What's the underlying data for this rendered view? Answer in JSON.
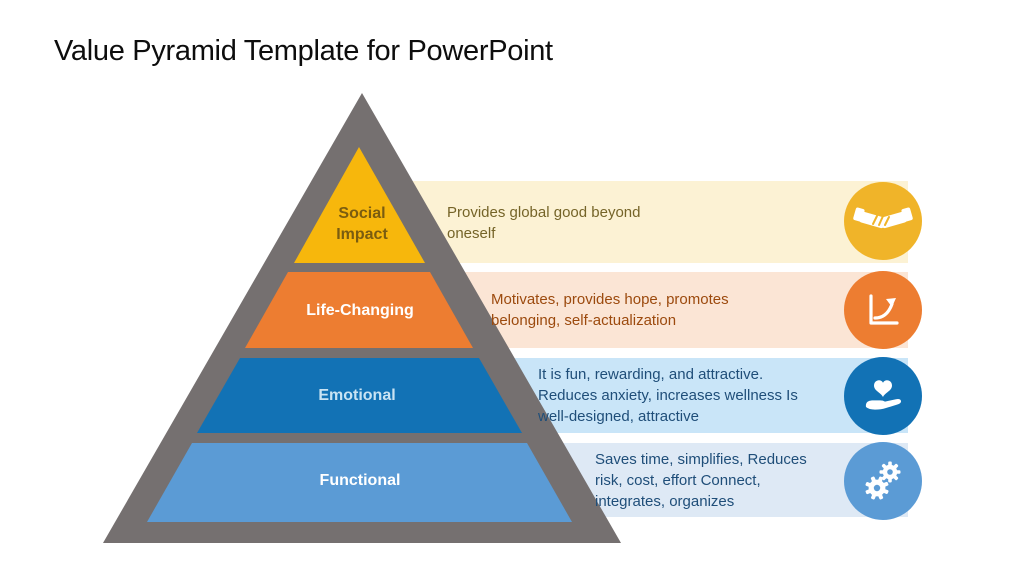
{
  "slide": {
    "title": "Value Pyramid Template for PowerPoint",
    "background_color": "#FFFFFF",
    "title_color": "#0D0D0D"
  },
  "palette": {
    "shadow_gray": "#757070",
    "social_impact_yellow": "#F7B70C",
    "social_impact_band": "#FCF2D4",
    "life_changing_orange": "#ED7D31",
    "life_changing_band": "#FBE5D5",
    "emotional_blue": "#1272B5",
    "emotional_band": "#C9E5F8",
    "functional_blue": "#5B9BD5",
    "functional_band": "#DEE9F5"
  },
  "pyramid": {
    "rows": [
      {
        "id": "social-impact",
        "label": "Social Impact",
        "description": [
          "Provides global good beyond",
          "oneself"
        ],
        "shape_color": "#F7B70C",
        "band_color": "#FCF2D4",
        "label_color": "#7A5C10",
        "desc_color": "#756428",
        "icon": "handshake-icon",
        "icon_circle_color": "#F0B429"
      },
      {
        "id": "life-changing",
        "label": "Life-Changing",
        "description": [
          "Motivates, provides hope, promotes",
          "belonging, self-actualization"
        ],
        "shape_color": "#ED7D31",
        "band_color": "#FBE5D5",
        "label_color": "#FFFFFF",
        "desc_color": "#9C4A0E",
        "icon": "growth-chart-icon",
        "icon_circle_color": "#ED7D31"
      },
      {
        "id": "emotional",
        "label": "Emotional",
        "description": [
          "It is fun, rewarding, and attractive.",
          "Reduces anxiety, increases wellness Is",
          "well-designed, attractive"
        ],
        "shape_color": "#1272B5",
        "band_color": "#C9E5F8",
        "label_color": "#C9E3F3",
        "desc_color": "#1F4E79",
        "icon": "heart-in-hand-icon",
        "icon_circle_color": "#1272B5"
      },
      {
        "id": "functional",
        "label": "Functional",
        "description": [
          "Saves time, simplifies, Reduces",
          "risk, cost, effort Connect,",
          "integrates, organizes"
        ],
        "shape_color": "#5B9BD5",
        "band_color": "#DEE9F5",
        "label_color": "#FFFFFF",
        "desc_color": "#1F4E79",
        "icon": "gears-icon",
        "icon_circle_color": "#5B9BD5"
      }
    ]
  }
}
